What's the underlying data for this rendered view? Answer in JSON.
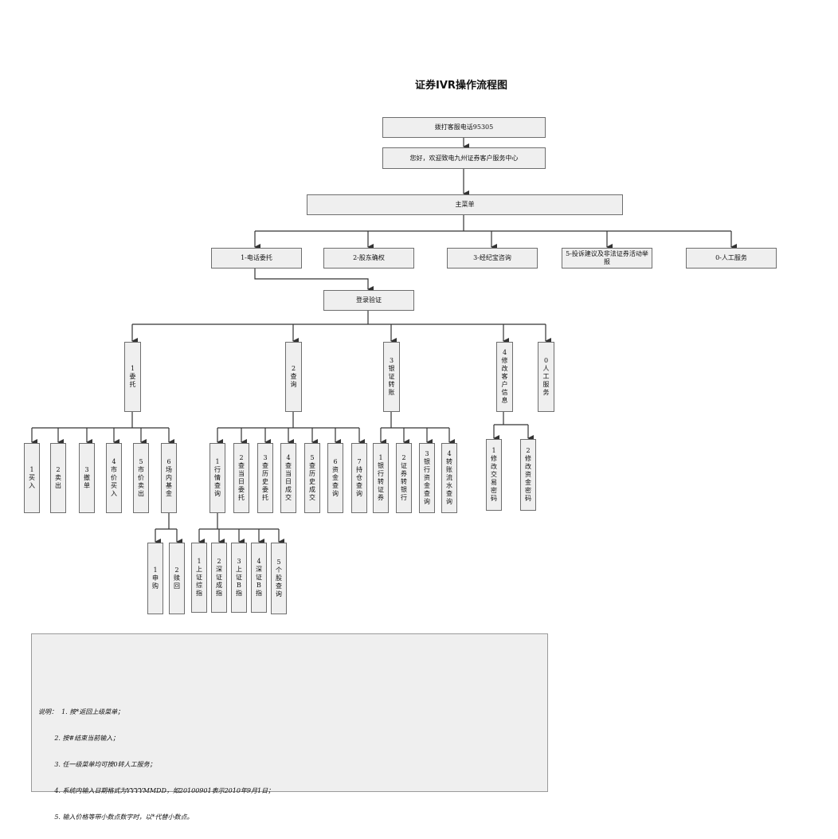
{
  "title": "证券IVR操作流程图",
  "colors": {
    "box_fill": "#efefef",
    "box_border": "#6e6e6e",
    "line": "#333333"
  },
  "nodes": {
    "dial": "拨打客服电话95305",
    "welcome": "您好，欢迎致电九州证券客户服务中心",
    "main_menu": "主菜单",
    "m1": "1-电话委托",
    "m2": "2-股东确权",
    "m3": "3-经纪宝咨询",
    "m5": "5-投诉建议及非法证券活动举报",
    "m0": "0-人工服务",
    "login": "登录验证",
    "l1": "1委托",
    "l2": "2查询",
    "l3": "3银证转账",
    "l4": "4修改客户信息",
    "l0": "0人工服务",
    "w1": "1买入",
    "w2": "2卖出",
    "w3": "3撤单",
    "w4": "4市价买入",
    "w5": "5市价卖出",
    "w6": "6场内基金",
    "f1": "1申购",
    "f2": "2赎回",
    "q1": "1行情查询",
    "q2": "2查当日委托",
    "q3": "3查历史委托",
    "q4": "4查当日成交",
    "q5": "5查历史成交",
    "q6": "6资金查询",
    "q7": "7持仓查询",
    "h1": "1上证综指",
    "h2": "2深证成指",
    "h3": "3上证B指",
    "h4": "4深证B指",
    "h5": "5个股查询",
    "b1": "1银行转证券",
    "b2": "2证券转银行",
    "b3": "3银行资金查询",
    "b4": "4转账流水查询",
    "p1": "1修改交易密码",
    "p2": "2修改资金密码"
  },
  "notes": [
    "说明：  1. 按*返回上级菜单；",
    "        2. 按#结束当前输入；",
    "        3. 任一级菜单均可按0转人工服务；",
    "        4. 系统内输入日期格式为YYYYMMDD，如20100901表示2010年9月1日；",
    "        5. 输入价格等带小数点数字时，以*代替小数点。"
  ]
}
